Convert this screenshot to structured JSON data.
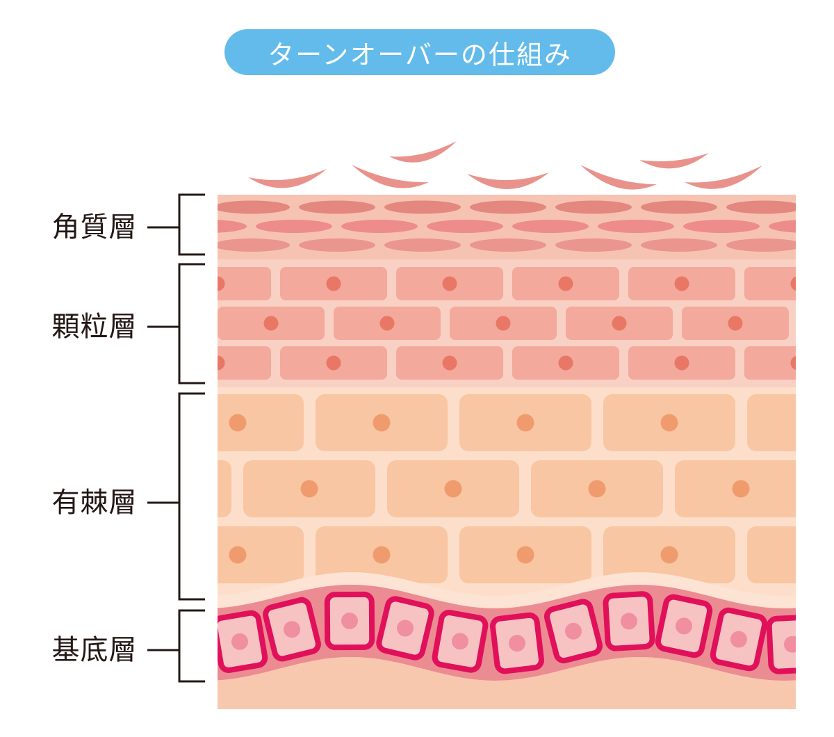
{
  "title": "ターンオーバーの仕組み",
  "layers": [
    {
      "label": "角質層"
    },
    {
      "label": "顆粒層"
    },
    {
      "label": "有棘層"
    },
    {
      "label": "基底層"
    }
  ],
  "colors": {
    "title_pill": "#62bbea",
    "title_text": "#ffffff",
    "label_text": "#231815",
    "flake": "#e9928c",
    "corneum_background": "#f6c3b2",
    "corneum_cells": [
      "#e3877f",
      "#ed8c8a",
      "#ea958e"
    ],
    "granular_background": "#f9d0c4",
    "granular_cell": "#f3a99b",
    "granular_nucleus": "#e97766",
    "spinous_background": "#fcdecb",
    "spinous_cell": "#f8c6a2",
    "spinous_nucleus": "#f09b6e",
    "basal_gap": "#fde3d3",
    "basal_band": "#eb8c92",
    "basal_cell": "#f7c3c2",
    "basal_cell_outline": "#e1105a",
    "basal_nucleus": "#f08fa0",
    "dermis": "#f8c8ae"
  }
}
